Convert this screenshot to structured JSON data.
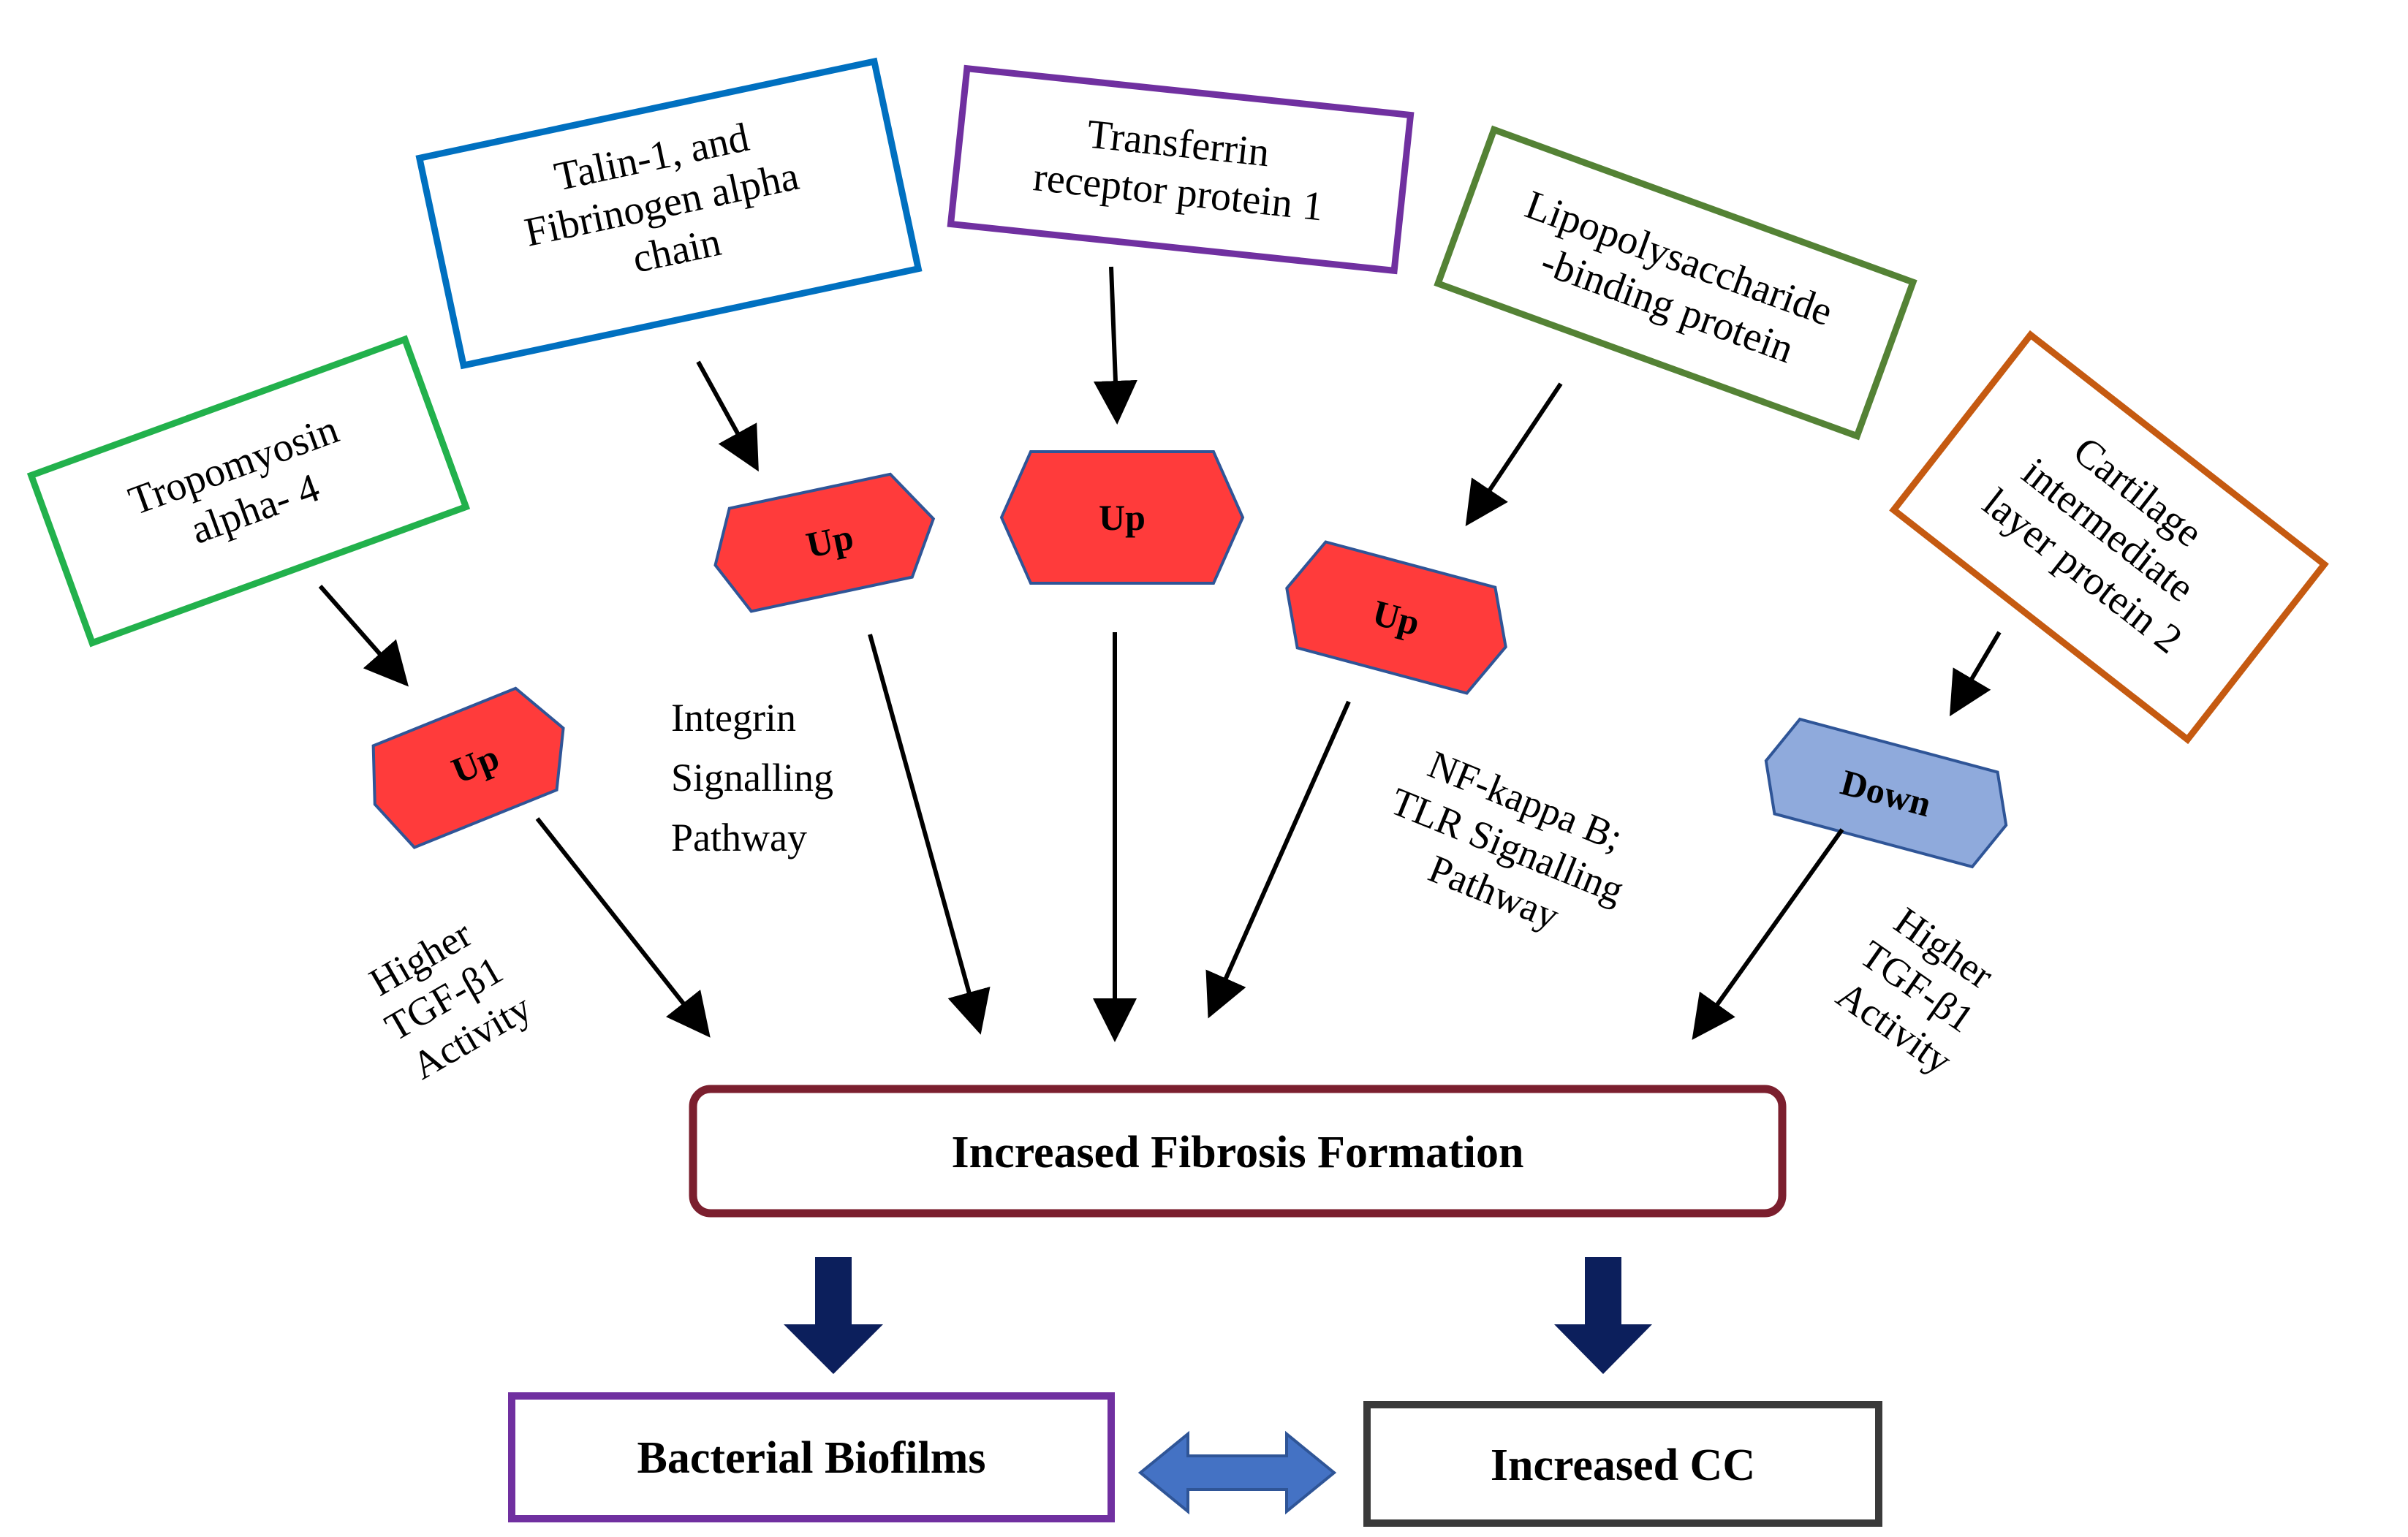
{
  "colors": {
    "up_fill": "#ff3b3b",
    "down_fill": "#8faadc",
    "badge_stroke": "#2f5597",
    "arrow_dark_blue": "#0c1f5c",
    "double_arrow_blue": "#4472c4",
    "fibrosis_border": "#7b1f2e"
  },
  "proteins": [
    {
      "lines": [
        "Tropomyosin",
        "alpha- 4"
      ],
      "color": "#22b14c"
    },
    {
      "lines": [
        "Talin-1, and",
        "Fibrinogen alpha",
        "chain"
      ],
      "color": "#0070c0"
    },
    {
      "lines": [
        "Transferrin",
        "receptor protein 1"
      ],
      "color": "#7030a0"
    },
    {
      "lines": [
        "Lipopolysaccharide",
        "-binding protein"
      ],
      "color": "#548235"
    },
    {
      "lines": [
        "Cartilage",
        "intermediate",
        "layer protein 2"
      ],
      "color": "#c55a11"
    }
  ],
  "regulation": [
    {
      "label": "Up",
      "direction": "up"
    },
    {
      "label": "Up",
      "direction": "up"
    },
    {
      "label": "Up",
      "direction": "up"
    },
    {
      "label": "Up",
      "direction": "up"
    },
    {
      "label": "Down",
      "direction": "down"
    }
  ],
  "pathways": [
    {
      "lines": [
        "Higher",
        "TGF-β1",
        "Activity"
      ]
    },
    {
      "lines": [
        "Integrin",
        "Signalling",
        "Pathway"
      ]
    },
    {
      "lines": [
        "NF-kappa B;",
        "TLR Signalling",
        "Pathway"
      ]
    },
    {
      "lines": [
        "Higher",
        "TGF-β1",
        "Activity"
      ]
    }
  ],
  "outcomes": {
    "fibrosis": "Increased Fibrosis Formation",
    "biofilms": {
      "label": "Bacterial Biofilms",
      "border": "#7030a0"
    },
    "cc": {
      "label": "Increased CC",
      "border": "#3a3a3a"
    }
  }
}
